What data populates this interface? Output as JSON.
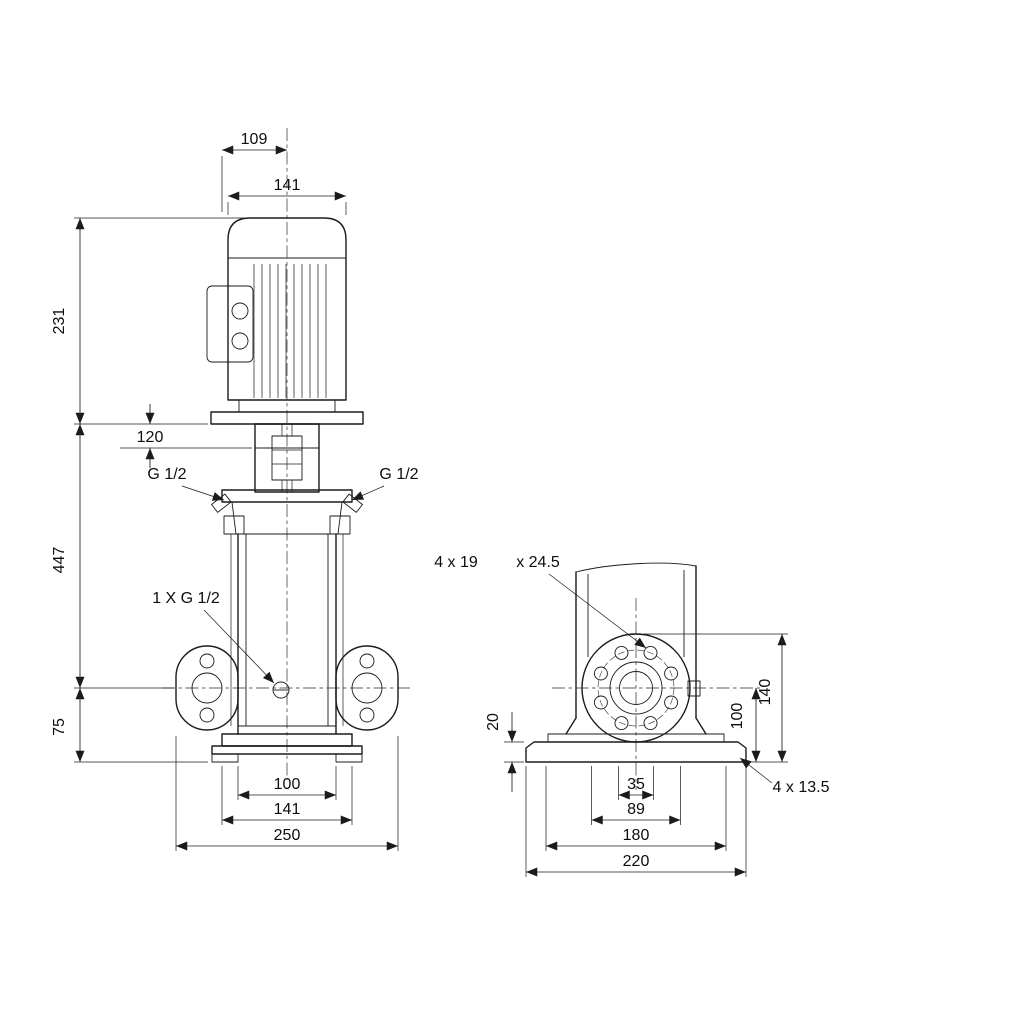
{
  "front_view": {
    "dim_motor_top_offset": "109",
    "dim_motor_width": "141",
    "dim_motor_height": "231",
    "dim_coupling_gap": "120",
    "dim_head_height": "447",
    "dim_port_height": "75",
    "dim_sleeve_od": "100",
    "dim_head_width": "141",
    "dim_port_to_port": "250",
    "label_plug_left": "G 1/2",
    "label_plug_right": "G 1/2",
    "label_drain": "1 X G 1/2"
  },
  "side_view": {
    "dim_base_thickness": "20",
    "dim_port_center_height": "100",
    "dim_flange_top_height": "140",
    "dim_hole_pitch_1": "35",
    "dim_hole_pitch_2": "89",
    "dim_base_hole_span": "180",
    "dim_base_width": "220",
    "label_flange_holes": "4 x 19",
    "label_flange_counterbore": "x 24.5",
    "label_base_holes": "4  x 13.5"
  },
  "canvas": {
    "background": "#ffffff",
    "line_color": "#1b1b1b"
  }
}
